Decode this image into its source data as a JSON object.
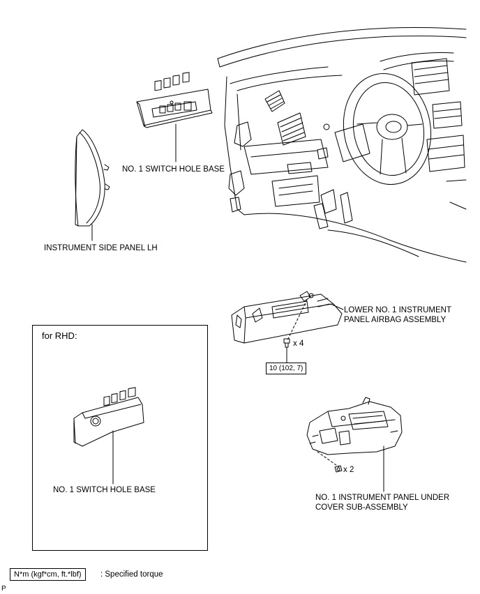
{
  "labels": {
    "switch_hole_base_lhd": "NO. 1 SWITCH HOLE BASE",
    "instrument_side_panel": "INSTRUMENT SIDE PANEL LH",
    "airbag_line1": "LOWER NO. 1 INSTRUMENT",
    "airbag_line2": "PANEL AIRBAG ASSEMBLY",
    "bolt_count_airbag": "x 4",
    "bolt_count_under_cover": "x 2",
    "under_cover_line1": "NO. 1 INSTRUMENT PANEL UNDER",
    "under_cover_line2": "COVER SUB-ASSEMBLY",
    "rhd_title": "for RHD:",
    "switch_hole_base_rhd": "NO. 1 SWITCH HOLE BASE"
  },
  "torque": {
    "value": "10 (102, 7)"
  },
  "legend": {
    "unit_box": "N*m (kgf*cm, ft.*lbf)",
    "description": ": Specified torque"
  },
  "footer": {
    "corner_mark": "P"
  }
}
